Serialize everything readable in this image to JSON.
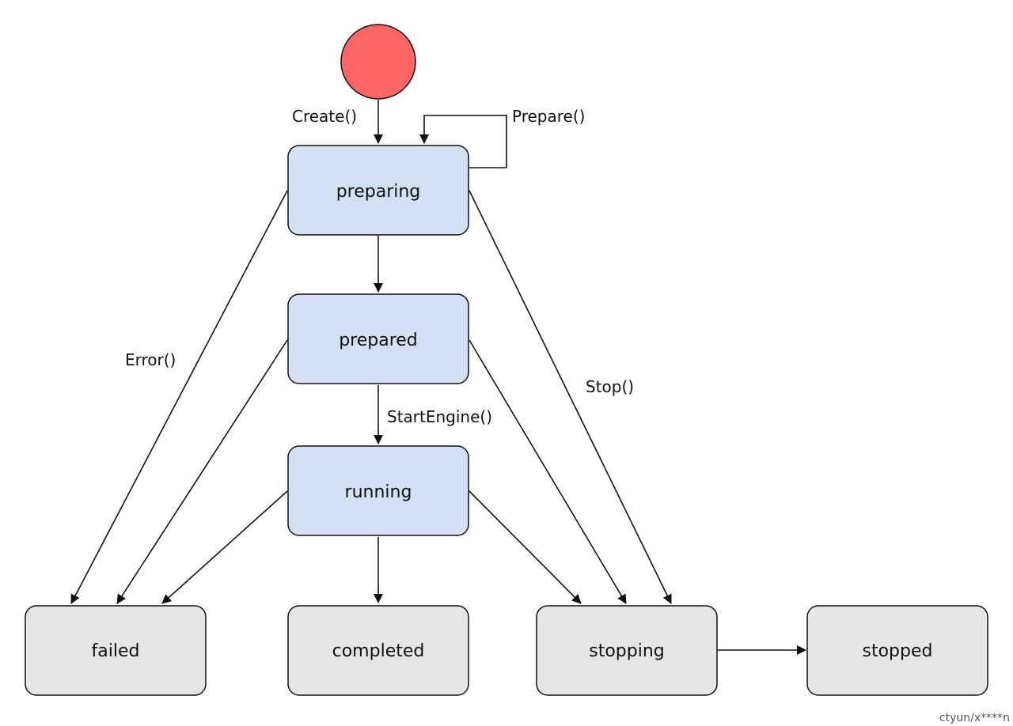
{
  "colors": {
    "start_fill": "#ff6666",
    "active_fill": "#d4e1f5",
    "terminal_fill": "#e6e6e6",
    "stroke": "#111111"
  },
  "states": {
    "preparing": "preparing",
    "prepared": "prepared",
    "running": "running",
    "failed": "failed",
    "completed": "completed",
    "stopping": "stopping",
    "stopped": "stopped"
  },
  "transitions": {
    "create": "Create()",
    "prepare": "Prepare()",
    "error": "Error()",
    "stop": "Stop()",
    "start_engine": "StartEngine()"
  },
  "watermark": "ctyun/x****n"
}
